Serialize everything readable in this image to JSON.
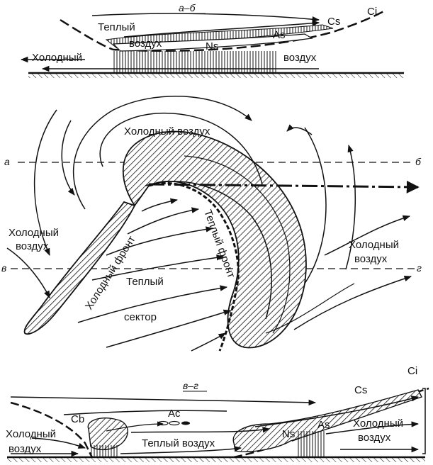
{
  "section_top": {
    "title": "а–б",
    "labels": {
      "warm_1": "Теплый",
      "warm_2": "воздух",
      "cold_left": "Холодный",
      "cold_right": "воздух"
    },
    "clouds": {
      "ci": "Ci",
      "cs": "Cs",
      "as": "As",
      "ns": "Ns"
    }
  },
  "section_middle": {
    "cold_air_top": "Холодный воздух",
    "cold_air_left_1": "Холодный",
    "cold_air_left_2": "воздух",
    "cold_air_right_1": "Холодный",
    "cold_air_right_2": "воздух",
    "warm_sector_1": "Теплый",
    "warm_sector_2": "сектор",
    "cold_front": "Холодный фронт",
    "warm_front": "Теплый фронт",
    "markers": {
      "a": "а",
      "b": "б",
      "v": "в",
      "g": "г"
    }
  },
  "section_bottom": {
    "title": "в–г",
    "labels": {
      "cold_left_1": "Холодный",
      "cold_left_2": "воздух",
      "warm": "Теплый воздух",
      "cold_right_1": "Холодный",
      "cold_right_2": "воздух"
    },
    "clouds": {
      "cb": "Cb",
      "ac": "Ac",
      "ns": "Ns",
      "as": "As",
      "cs": "Cs",
      "ci": "Ci"
    }
  }
}
